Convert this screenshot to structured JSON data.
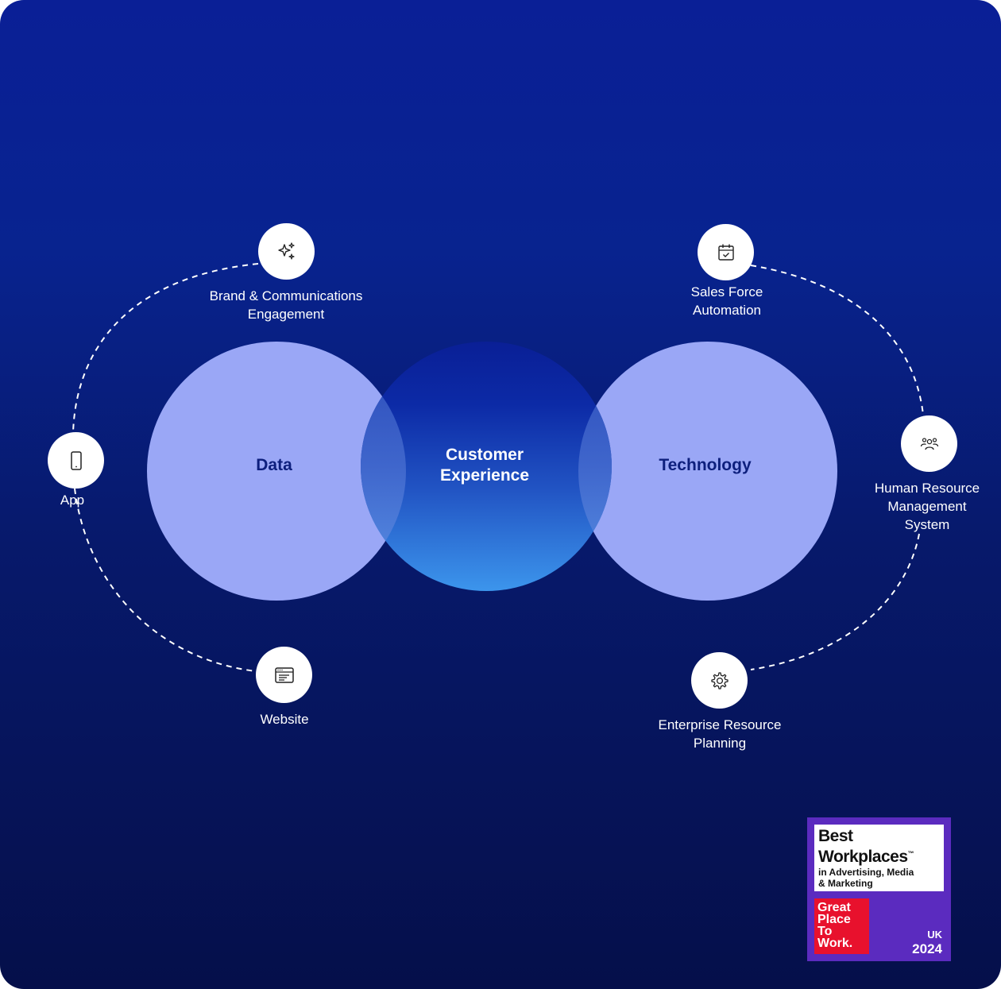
{
  "diagram": {
    "circles": {
      "data": "Data",
      "customer_experience": "Customer\nExperience",
      "technology": "Technology"
    },
    "left_nodes": [
      {
        "label": "Brand & Communications\nEngagement",
        "icon": "sparkle-icon"
      },
      {
        "label": "App",
        "icon": "mobile-phone-icon"
      },
      {
        "label": "Website",
        "icon": "browser-window-icon"
      }
    ],
    "right_nodes": [
      {
        "label": "Sales Force\nAutomation",
        "icon": "calendar-check-icon"
      },
      {
        "label": "Human Resource\nManagement\nSystem",
        "icon": "people-group-icon"
      },
      {
        "label": "Enterprise Resource\nPlanning",
        "icon": "gear-icon"
      }
    ]
  },
  "badge": {
    "line1": "Best",
    "line2": "Workplaces",
    "trademark": "™",
    "subtitle": "in Advertising, Media\n& Marketing",
    "gptw": "Great\nPlace\nTo\nWork.",
    "region": "UK",
    "year": "2024"
  },
  "colors": {
    "background_top": "#0a1f96",
    "background_bottom": "#050f4a",
    "side_circles": "#9aa7f6",
    "center_circle_bottom": "#3c95ec",
    "badge_purple": "#5b2bbf",
    "badge_red": "#e8112d"
  }
}
